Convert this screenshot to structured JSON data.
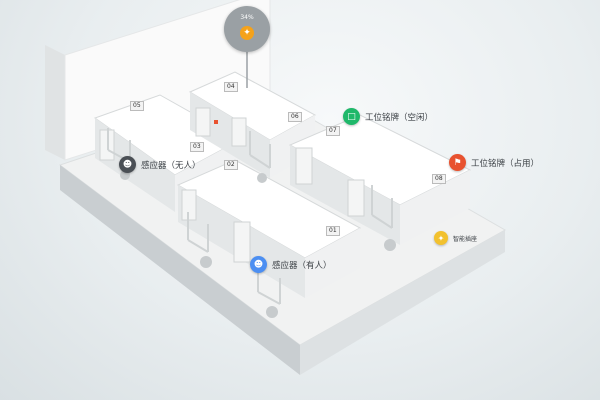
{
  "gauge": {
    "percent_text": "34%",
    "icon": "bulb-icon",
    "color": "#f5a21a"
  },
  "desk_numbers": [
    "06",
    "07",
    "08",
    "02",
    "01",
    "05",
    "03",
    "04"
  ],
  "markers": [
    {
      "id": "workstation-free",
      "label": "工位铭牌（空闲）",
      "icon": "square-icon",
      "color": "#1fb86a"
    },
    {
      "id": "workstation-occupied",
      "label": "工位铭牌（占用）",
      "icon": "flag-icon",
      "color": "#e8522f"
    },
    {
      "id": "sensor-none",
      "label": "感应器（无人）",
      "icon": "robot-icon",
      "color": "#4a4f55"
    },
    {
      "id": "sensor-someone",
      "label": "感应器（有人）",
      "icon": "robot-icon",
      "color": "#4c8ff2"
    },
    {
      "id": "smart-light",
      "label": "智能插座",
      "icon": "bulb-icon",
      "color": "#f2c12e"
    }
  ]
}
